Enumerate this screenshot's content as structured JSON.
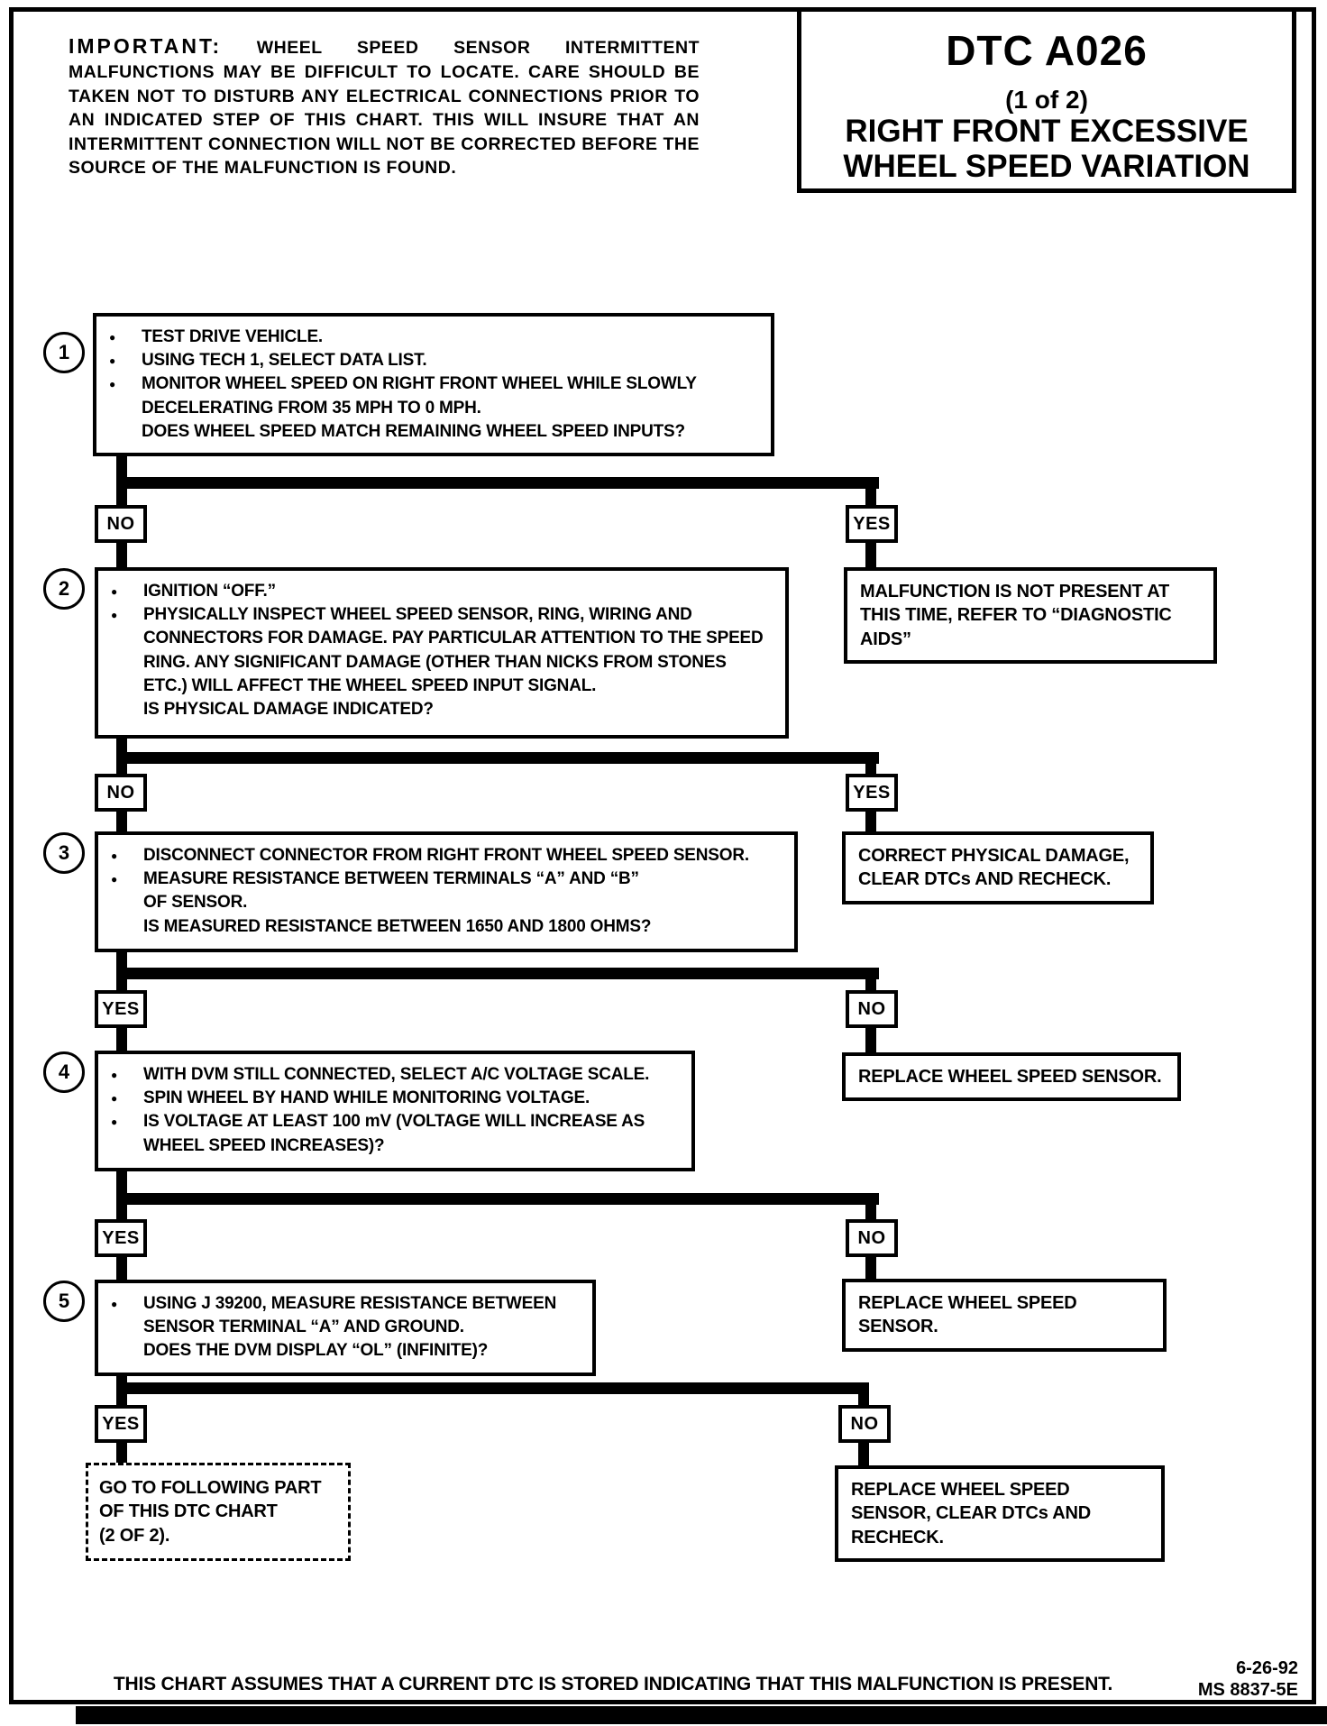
{
  "header": {
    "important_label": "IMPORTANT:",
    "important_body": "WHEEL SPEED SENSOR INTERMITTENT MALFUNCTIONS MAY BE DIFFICULT TO LOCATE. CARE SHOULD BE TAKEN NOT TO DISTURB ANY ELECTRICAL CONNECTIONS PRIOR TO AN INDICATED STEP OF THIS CHART. THIS WILL INSURE THAT AN INTERMITTENT CONNECTION WILL NOT BE CORRECTED BEFORE THE SOURCE OF THE MALFUNCTION IS FOUND.",
    "title_code": "DTC A026",
    "title_part": "(1 of 2)",
    "title_line1": "RIGHT FRONT EXCESSIVE",
    "title_line2": "WHEEL SPEED VARIATION"
  },
  "icons": {
    "bullet": "●"
  },
  "steps": [
    {
      "num": "1",
      "bullets": [
        "TEST DRIVE VEHICLE.",
        "USING TECH 1, SELECT DATA LIST.",
        "MONITOR WHEEL SPEED ON RIGHT FRONT WHEEL WHILE SLOWLY DECELERATING FROM 35 MPH TO 0 MPH."
      ],
      "question": "DOES WHEEL SPEED MATCH REMAINING WHEEL SPEED INPUTS?"
    },
    {
      "num": "2",
      "bullets": [
        "IGNITION “OFF.”",
        "PHYSICALLY INSPECT WHEEL SPEED SENSOR, RING, WIRING AND CONNECTORS FOR DAMAGE.  PAY PARTICULAR ATTENTION TO THE SPEED RING.  ANY SIGNIFICANT DAMAGE (OTHER THAN NICKS FROM STONES ETC.) WILL AFFECT THE WHEEL SPEED INPUT SIGNAL."
      ],
      "question": "IS PHYSICAL DAMAGE INDICATED?"
    },
    {
      "num": "3",
      "bullets": [
        "DISCONNECT CONNECTOR FROM RIGHT FRONT WHEEL SPEED SENSOR.",
        "MEASURE RESISTANCE BETWEEN TERMINALS “A” AND “B” OF SENSOR."
      ],
      "question": "IS MEASURED RESISTANCE BETWEEN 1650 AND 1800 OHMS?"
    },
    {
      "num": "4",
      "bullets": [
        "WITH DVM STILL CONNECTED, SELECT A/C VOLTAGE SCALE.",
        "SPIN WHEEL BY HAND WHILE MONITORING VOLTAGE.",
        "IS VOLTAGE AT LEAST 100 mV (VOLTAGE WILL INCREASE AS WHEEL SPEED INCREASES)?"
      ],
      "question": ""
    },
    {
      "num": "5",
      "bullets": [
        "USING J 39200, MEASURE RESISTANCE BETWEEN SENSOR TERMINAL “A” AND GROUND."
      ],
      "question": "DOES THE DVM DISPLAY “OL” (INFINITE)?"
    }
  ],
  "branches": [
    {
      "left": "NO",
      "right": "YES"
    },
    {
      "left": "NO",
      "right": "YES"
    },
    {
      "left": "YES",
      "right": "NO"
    },
    {
      "left": "YES",
      "right": "NO"
    },
    {
      "left": "YES",
      "right": "NO"
    }
  ],
  "terminals": {
    "malfunction_not_present": "MALFUNCTION IS NOT PRESENT AT THIS TIME, REFER TO “DIAGNOSTIC AIDS”",
    "correct_damage": "CORRECT PHYSICAL DAMAGE, CLEAR DTCs AND RECHECK.",
    "replace_sensor_1": "REPLACE WHEEL SPEED SENSOR.",
    "replace_sensor_2": "REPLACE WHEEL SPEED SENSOR.",
    "goto_lines": [
      "GO TO FOLLOWING PART",
      "OF THIS DTC CHART",
      "(2 OF 2)."
    ],
    "replace_sensor_clear": "REPLACE WHEEL SPEED SENSOR, CLEAR DTCs AND RECHECK."
  },
  "footer": {
    "note": "THIS CHART ASSUMES THAT A CURRENT DTC IS STORED INDICATING THAT THIS MALFUNCTION IS PRESENT.",
    "date": "6-26-92",
    "doc_code": "MS 8837-5E"
  }
}
